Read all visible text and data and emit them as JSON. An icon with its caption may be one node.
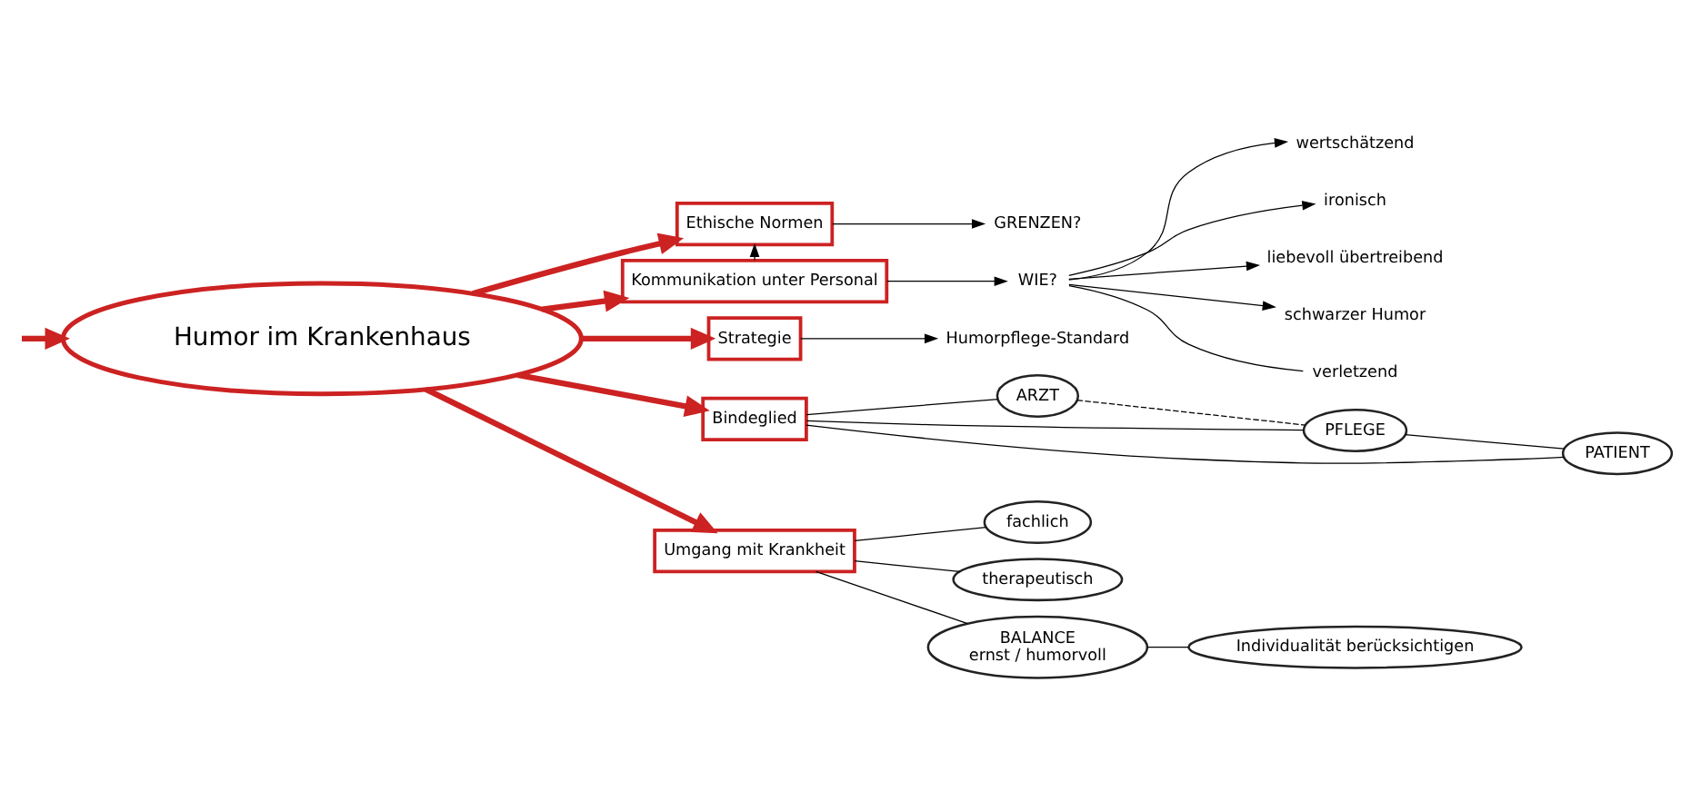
{
  "diagram": {
    "nodes": [
      {
        "text": [
          "Humor im Krankenhaus"
        ]
      },
      {
        "text": [
          "Ethische Normen"
        ]
      },
      {
        "text": [
          "GRENZEN?"
        ]
      },
      {
        "text": [
          "Kommunikation unter Personal"
        ]
      },
      {
        "text": [
          "WIE?"
        ]
      },
      {
        "text": [
          "wertschätzend"
        ]
      },
      {
        "text": [
          "ironisch"
        ]
      },
      {
        "text": [
          "liebevoll übertreibend"
        ]
      },
      {
        "text": [
          "schwarzer Humor"
        ]
      },
      {
        "text": [
          "verletzend"
        ]
      },
      {
        "text": [
          "Strategie"
        ]
      },
      {
        "text": [
          "Humorpflege-Standard"
        ]
      },
      {
        "text": [
          "Bindeglied"
        ]
      },
      {
        "text": [
          "ARZT"
        ]
      },
      {
        "text": [
          "PFLEGE"
        ]
      },
      {
        "text": [
          "PATIENT"
        ]
      },
      {
        "text": [
          "Umgang mit Krankheit"
        ]
      },
      {
        "text": [
          "fachlich"
        ]
      },
      {
        "text": [
          "therapeutisch"
        ]
      },
      {
        "text": [
          "BALANCE",
          "ernst / humorvoll"
        ]
      },
      {
        "text": [
          "Individualität berücksichtigen"
        ]
      }
    ],
    "edges": [
      {
        "from": 0,
        "to": 1,
        "arrow": "to",
        "style": "thick",
        "color": "#cc2222"
      },
      {
        "from": 0,
        "to": 3,
        "arrow": "to",
        "style": "thick",
        "color": "#cc2222"
      },
      {
        "from": 0,
        "to": 12,
        "arrow": "to",
        "style": "thick",
        "color": "#cc2222"
      },
      {
        "from": 0,
        "to": 10,
        "arrow": "to",
        "style": "thick",
        "color": "#cc2222"
      },
      {
        "from": 0,
        "to": 16,
        "arrow": "to",
        "style": "thick",
        "color": "#cc2222"
      },
      {
        "from": null,
        "to": 0,
        "arrow": "to",
        "style": "thick",
        "color": "#cc2222"
      },
      {
        "from": 3,
        "to": 1,
        "arrow": "to",
        "style": "dashed"
      },
      {
        "from": 1,
        "to": 2,
        "arrow": "to"
      },
      {
        "from": 3,
        "to": 4,
        "arrow": "to"
      },
      {
        "from": 4,
        "to": 5,
        "arrow": "to"
      },
      {
        "from": 4,
        "to": 6,
        "arrow": "to"
      },
      {
        "from": 4,
        "to": 7,
        "arrow": "to"
      },
      {
        "from": 4,
        "to": 8,
        "arrow": "to"
      },
      {
        "from": 4,
        "to": 9,
        "arrow": "none"
      },
      {
        "from": 10,
        "to": 11,
        "arrow": "to"
      },
      {
        "from": 12,
        "to": 13,
        "arrow": "none"
      },
      {
        "from": 12,
        "to": 14,
        "arrow": "none"
      },
      {
        "from": 12,
        "to": 15,
        "arrow": "none"
      },
      {
        "from": 13,
        "to": 14,
        "arrow": "none",
        "style": "dashed"
      },
      {
        "from": 14,
        "to": 15,
        "arrow": "none"
      },
      {
        "from": 16,
        "to": 17,
        "arrow": "none"
      },
      {
        "from": 16,
        "to": 18,
        "arrow": "none"
      },
      {
        "from": 16,
        "to": 19,
        "arrow": "none"
      },
      {
        "from": 19,
        "to": 20,
        "arrow": "none"
      }
    ]
  }
}
